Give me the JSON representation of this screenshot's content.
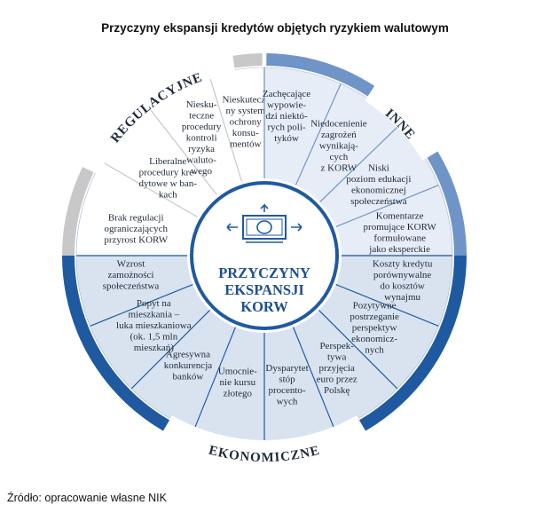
{
  "title": "Przyczyny ekspansji kredytów objętych ryzykiem walutowym",
  "source": "Źródło: opracowanie własne NIK",
  "center": {
    "lines": [
      "PRZYCZYNY",
      "EKSPANSJI",
      "KORW"
    ]
  },
  "icon": "banknote-icon",
  "colors": {
    "regulatory": "#c8c8c8",
    "other": "#6f94c8",
    "economic": "#1f5aa0",
    "ring_text_economic": "#ffffff",
    "ring_text_regulatory": "#1e2a3a",
    "ring_text_other": "#1e2a3a",
    "center_text": "#1e4f8c",
    "fill_regulatory": "#ffffff",
    "fill_other": "#e7edf6",
    "fill_economic": "#d9e3f0"
  },
  "groups": [
    {
      "name": "REGULACYJNE",
      "items": [
        {
          "lines": [
            "Nieskutecz-",
            "ny system",
            "ochrony",
            "konsu-",
            "mentów"
          ]
        },
        {
          "lines": [
            "Niesku-",
            "teczne",
            "procedury",
            "kontroli",
            "ryzyka",
            "waluto-",
            "wego"
          ]
        },
        {
          "lines": [
            "Liberalne",
            "procedury kre-",
            "dytowe w ban-",
            "kach"
          ]
        },
        {
          "lines": [
            "Brak regulacji",
            "ograniczających",
            "przyrost KORW"
          ]
        }
      ]
    },
    {
      "name": "INNE",
      "items": [
        {
          "lines": [
            "Zachęcające",
            "wypowie-",
            "dzi niektó-",
            "rych poli-",
            "tyków"
          ]
        },
        {
          "lines": [
            "Niedocenienie",
            "zagrożeń",
            "wynikają-",
            "cych",
            "z KORW"
          ]
        },
        {
          "lines": [
            "Niski",
            "poziom edukacji",
            "ekonomicznej",
            "społeczeństwa"
          ]
        },
        {
          "lines": [
            "Komentarze",
            "promujące KORW",
            "formułowane",
            "jako eksperckie"
          ]
        }
      ]
    },
    {
      "name": "EKONOMICZNE",
      "items": [
        {
          "lines": [
            "Koszty kredytu",
            "porównywalne",
            "do kosztów",
            "wynajmu"
          ]
        },
        {
          "lines": [
            "Pozytywne",
            "postrzeganie",
            "perspektyw",
            "ekonomicz-",
            "nych"
          ]
        },
        {
          "lines": [
            "Perspek-",
            "tywa",
            "przyjęcia",
            "euro przez",
            "Polskę"
          ]
        },
        {
          "lines": [
            "Dysparytet",
            "stóp",
            "procento-",
            "wych"
          ]
        },
        {
          "lines": [
            "Umocnie-",
            "nie kursu",
            "złotego"
          ]
        },
        {
          "lines": [
            "Agresywna",
            "konkurencja",
            "banków"
          ]
        },
        {
          "lines": [
            "Popyt na",
            "mieszkania –",
            "luka mieszkaniowa",
            "(ok. 1,5 mln",
            "mieszkań)"
          ]
        },
        {
          "lines": [
            "Wzrost",
            "zamożności",
            "społeczeństwa"
          ]
        }
      ]
    }
  ]
}
